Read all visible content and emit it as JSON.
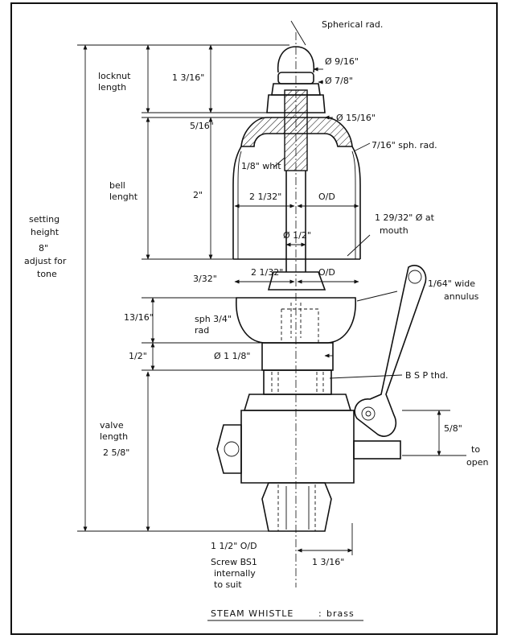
{
  "caption": {
    "title": "STEAM WHISTLE",
    "separator": ":",
    "material": "brass"
  },
  "labels": {
    "spherical_rad": "Spherical rad.",
    "locknut_length_1": "locknut",
    "locknut_length_2": "length",
    "bell_length_1": "bell",
    "bell_length_2": "lenght",
    "setting_height_1": "setting",
    "setting_height_2": "height",
    "setting_height_3": "8\"",
    "setting_height_4": "adjust for",
    "setting_height_5": "tone",
    "valve_length_1": "valve",
    "valve_length_2": "length",
    "valve_length_3": "2 5/8\"",
    "whit": "1/8\" whit",
    "sph_rad_top": "7/16\" sph. rad.",
    "mouth_1": "1 29/32\" Ø at",
    "mouth_2": "mouth",
    "annulus_1": "1/64\" wide",
    "annulus_2": "annulus",
    "sph_rad_1": "sph 3/4\"",
    "sph_rad_2": "rad",
    "bsp": "B S P thd.",
    "to_open_1": "to",
    "to_open_2": "open",
    "outlet_od": "1 1/2\" O/D",
    "screw_1": "Screw BS1",
    "screw_2": "internally",
    "screw_3": "to suit"
  },
  "dims": {
    "d_9_16": "Ø 9/16\"",
    "d_7_8": "Ø 7/8\"",
    "d_15_16": "Ø 15/16\"",
    "h_1_3_16": "1 3/16\"",
    "h_5_16": "5/16\"",
    "h_2": "2\"",
    "w_2_1_32_a": "2 1/32\"",
    "od_a": "O/D",
    "d_1_2": "Ø 1/2\"",
    "w_3_32": "3/32\"",
    "w_2_1_32_b": "2 1/32\"",
    "od_b": "O/D",
    "h_13_16": "13/16\"",
    "h_1_2": "1/2\"",
    "d_1_1_8": "Ø 1 1/8\"",
    "h_5_8": "5/8\"",
    "w_1_3_16": "1 3/16\""
  }
}
